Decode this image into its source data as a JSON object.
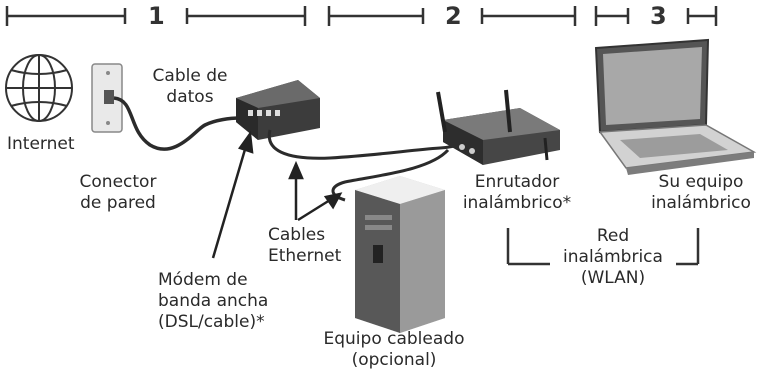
{
  "sections": [
    {
      "number": "1"
    },
    {
      "number": "2"
    },
    {
      "number": "3"
    }
  ],
  "labels": {
    "internet": "Internet",
    "data_cable": [
      "Cable de",
      "datos"
    ],
    "wall_jack": [
      "Conector",
      "de pared"
    ],
    "ethernet_cables": [
      "Cables",
      "Ethernet"
    ],
    "modem": [
      "Módem de",
      "banda ancha",
      "(DSL/cable)*"
    ],
    "wired_computer": [
      "Equipo cableado",
      "(opcional)"
    ],
    "router": [
      "Enrutador",
      "inalámbrico*"
    ],
    "wireless_computer": [
      "Su equipo",
      "inalámbrico"
    ],
    "wlan": [
      "Red",
      "inalámbrica",
      "(WLAN)"
    ]
  },
  "colors": {
    "line": "#2b2b2b",
    "device_dark": "#3a3a3a",
    "device_light": "#d8d8d8"
  }
}
